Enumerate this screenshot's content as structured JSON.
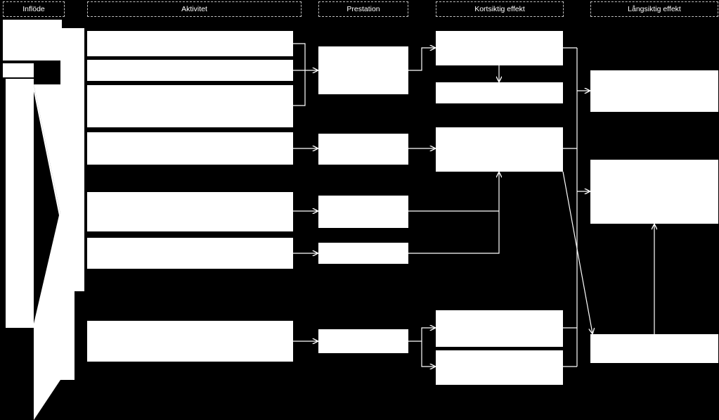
{
  "headers": {
    "inflode": "Inflöde",
    "aktivitet": "Aktivitet",
    "prestation": "Prestation",
    "kortsiktig": "Kortsiktig effekt",
    "langsiktig": "Långsiktig effekt"
  },
  "colors": {
    "background": "#000000",
    "box": "#ffffff",
    "line": "#ffffff",
    "header_border": "#bfbfbf"
  }
}
